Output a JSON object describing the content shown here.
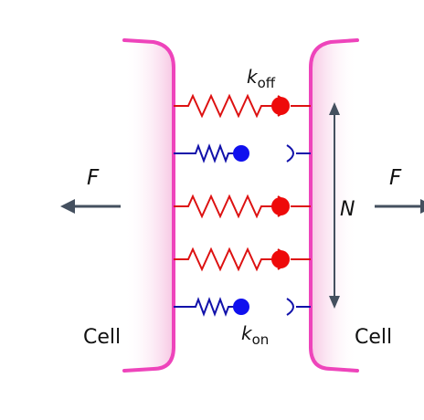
{
  "labels": {
    "cell_left": "Cell",
    "cell_right": "Cell",
    "force_left": "F",
    "force_right": "F",
    "n_label": "N",
    "k_off_main": "k",
    "k_off_sub": "off",
    "k_on_main": "k",
    "k_on_sub": "on"
  },
  "colors": {
    "membrane": "#ee44bb",
    "membrane_fill": "#fbe4f1",
    "bound_bond": "#dd1111",
    "unbound_bond": "#1111aa",
    "bound_ball": "#ee0a0a",
    "unbound_ball": "#1010ee",
    "arrow": "#44505f"
  },
  "bonds": [
    {
      "state": "bound"
    },
    {
      "state": "unbound"
    },
    {
      "state": "bound"
    },
    {
      "state": "bound"
    },
    {
      "state": "unbound"
    }
  ]
}
